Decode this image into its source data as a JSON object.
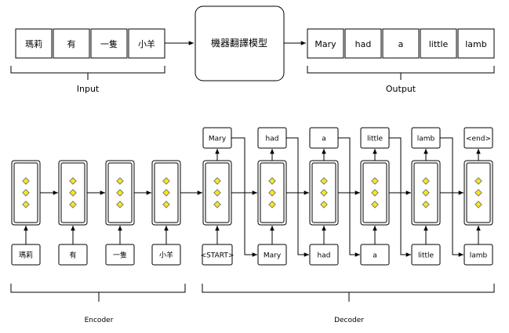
{
  "top": {
    "input_tokens": [
      "瑪莉",
      "有",
      "一隻",
      "小羊"
    ],
    "model_label": "機器翻譯模型",
    "output_tokens": [
      "Mary",
      "had",
      "a",
      "little",
      "lamb"
    ],
    "input_label": "Input",
    "output_label": "Output"
  },
  "bottom": {
    "encoder_inputs": [
      "瑪莉",
      "有",
      "一隻",
      "小羊"
    ],
    "decoder_inputs": [
      "<START>",
      "Mary",
      "had",
      "a",
      "little",
      "lamb"
    ],
    "decoder_outputs": [
      "Mary",
      "had",
      "a",
      "little",
      "lamb",
      "<end>"
    ],
    "encoder_label": "Encoder",
    "decoder_label": "Decoder"
  },
  "colors": {
    "diamond_fill": "#f5e52a",
    "stroke": "#000000"
  }
}
